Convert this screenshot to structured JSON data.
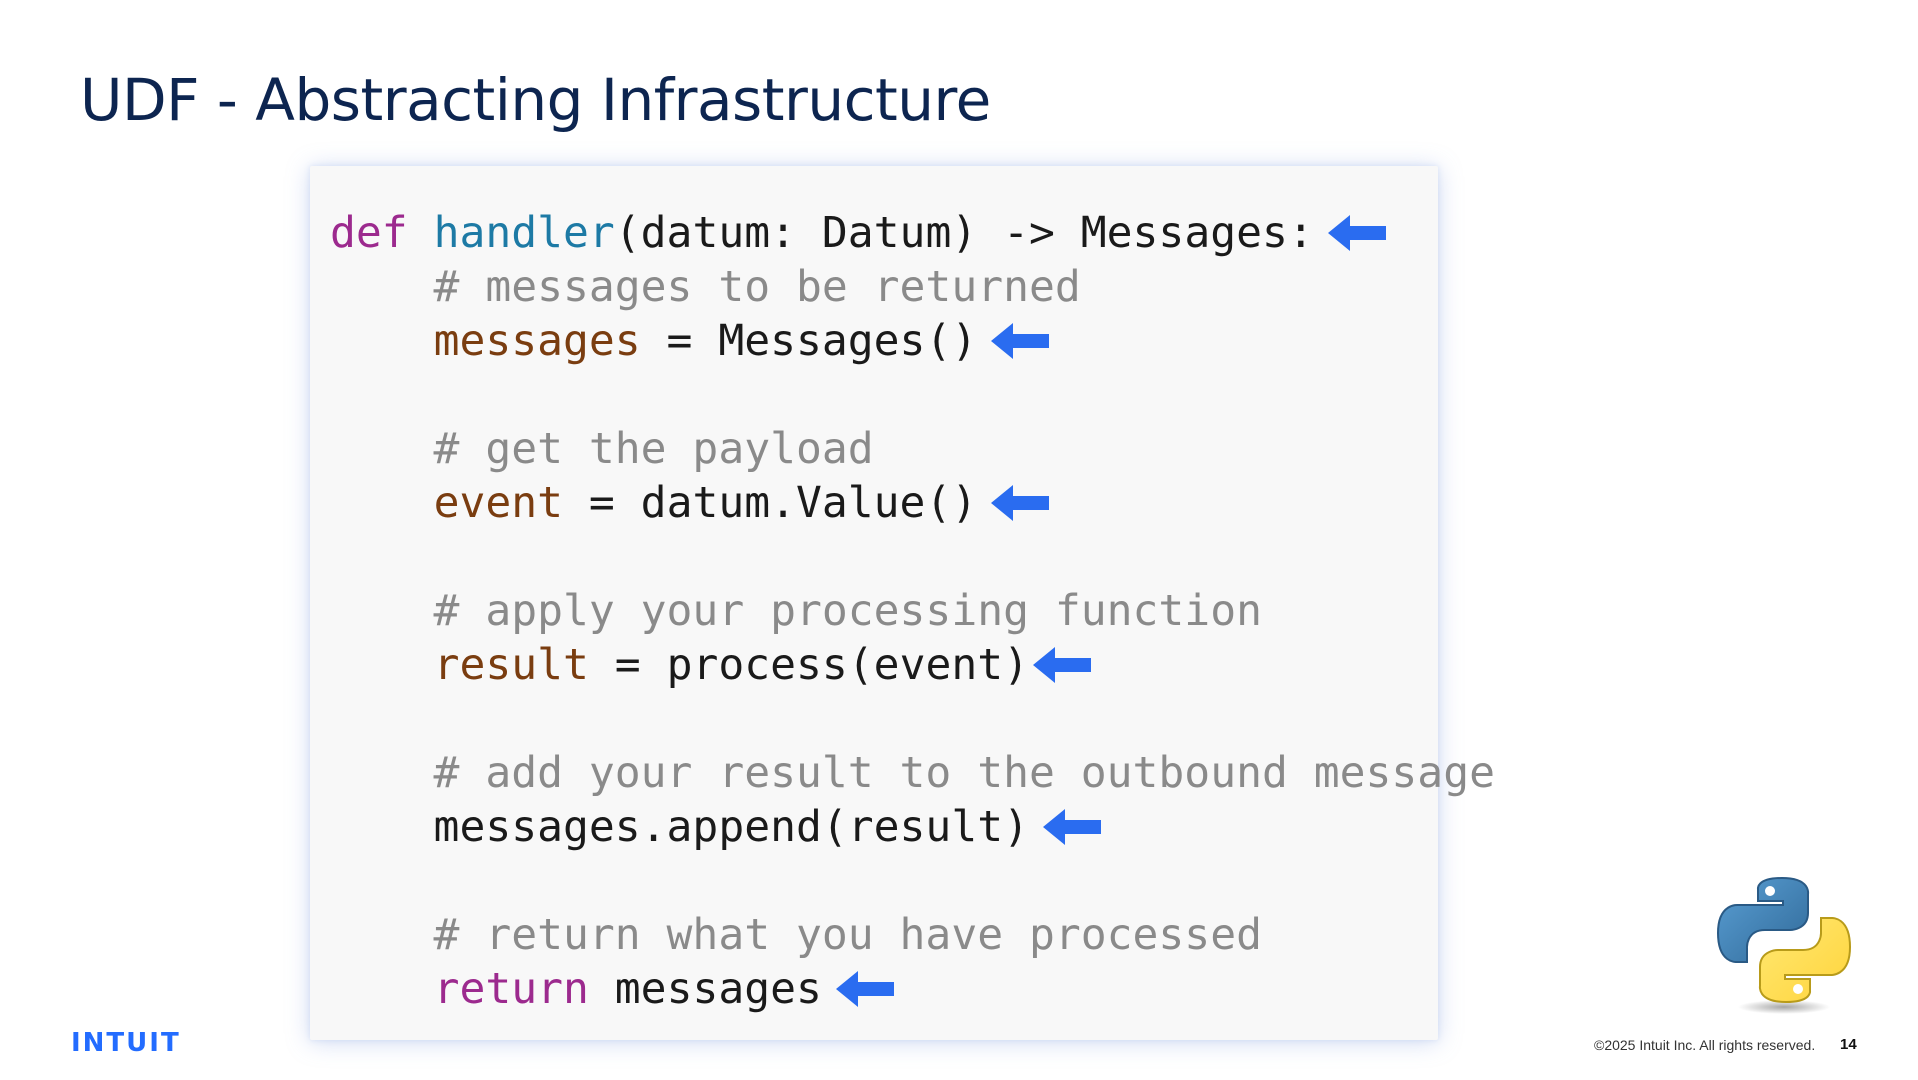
{
  "slide": {
    "title": "UDF - Abstracting Infrastructure",
    "page_number": "14",
    "copyright": "©2025 Intuit Inc. All rights reserved.",
    "brand": "INTUIT"
  },
  "code": {
    "line1": {
      "kw": "def",
      "fn": "handler",
      "rest": "(datum: Datum) -> Messages:"
    },
    "line2": {
      "comment": "    # messages to be returned"
    },
    "line3": {
      "indent": "    ",
      "var": "messages",
      "rest": " = Messages()"
    },
    "line4": {
      "comment": "    # get the payload"
    },
    "line5": {
      "indent": "    ",
      "var": "event",
      "rest": " = datum.Value()"
    },
    "line6": {
      "comment": "    # apply your processing function"
    },
    "line7": {
      "indent": "    ",
      "var": "result",
      "rest": " = process(event)"
    },
    "line8": {
      "comment": "    # add your result to the outbound message"
    },
    "line9": {
      "text": "    messages.append(result)"
    },
    "line10": {
      "comment": "    # return what you have processed"
    },
    "line11": {
      "indent": "    ",
      "kw": "return",
      "rest": " messages"
    }
  },
  "colors": {
    "title": "#0d2550",
    "arrow": "#2a6cf0",
    "brand": "#236cff",
    "keyword": "#9c2a8e",
    "function": "#1d7aa5",
    "comment": "#8a8a8a",
    "variable": "#7a3d10"
  },
  "icons": {
    "arrow": "left-arrow-icon",
    "python": "python-logo-icon"
  }
}
